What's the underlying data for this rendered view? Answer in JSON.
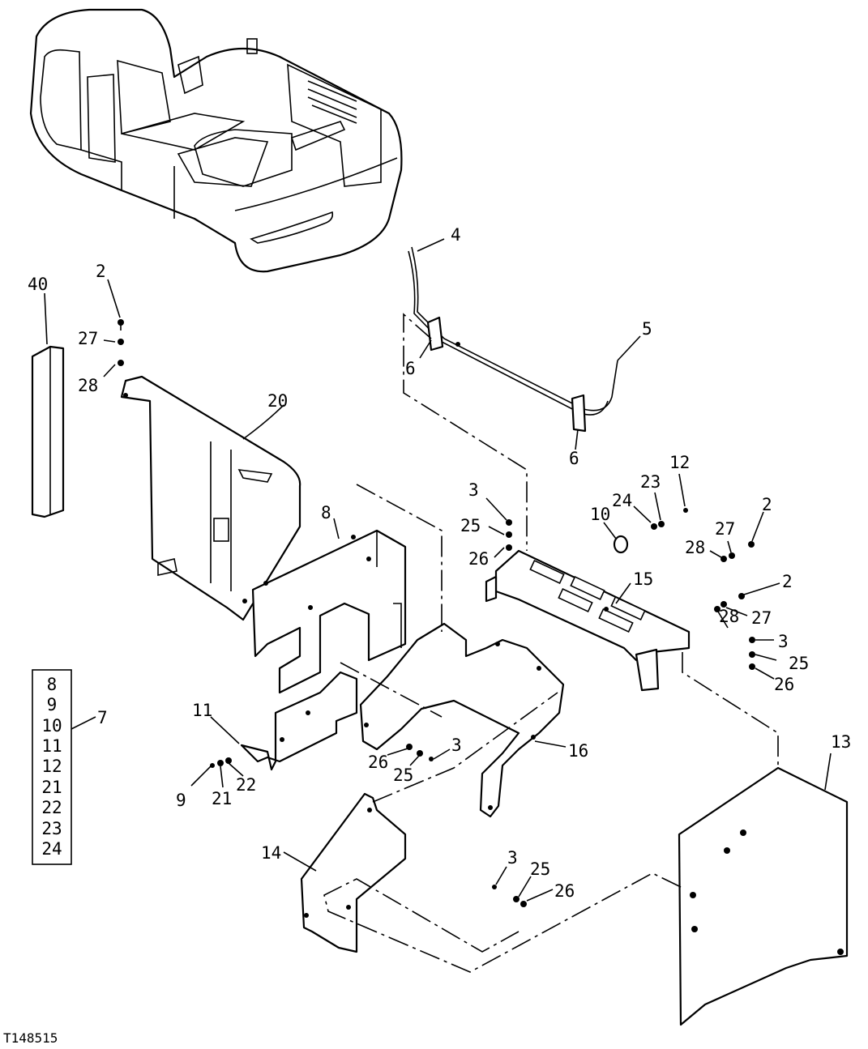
{
  "figure_id": "T148515",
  "callouts": {
    "c40": "40",
    "c2a": "2",
    "c27a": "27",
    "c28a": "28",
    "c20": "20",
    "c4": "4",
    "c5": "5",
    "c6a": "6",
    "c6b": "6",
    "c3a": "3",
    "c25a": "25",
    "c26a": "26",
    "c10": "10",
    "c24": "24",
    "c23": "23",
    "c12": "12",
    "c2b": "2",
    "c27b": "27",
    "c28b": "28",
    "c2c": "2",
    "c28c": "28",
    "c27c": "27",
    "c3b": "3",
    "c25b": "25",
    "c26b": "26",
    "c15": "15",
    "c8": "8",
    "c11": "11",
    "c9": "9",
    "c21": "21",
    "c22": "22",
    "c26c": "26",
    "c25c": "25",
    "c3c": "3",
    "c16": "16",
    "c13": "13",
    "c14": "14",
    "c3d": "3",
    "c25d": "25",
    "c26d": "26",
    "c7": "7"
  },
  "kit_box": {
    "label": "7",
    "items": [
      "8",
      "9",
      "10",
      "11",
      "12",
      "21",
      "22",
      "23",
      "24"
    ]
  }
}
